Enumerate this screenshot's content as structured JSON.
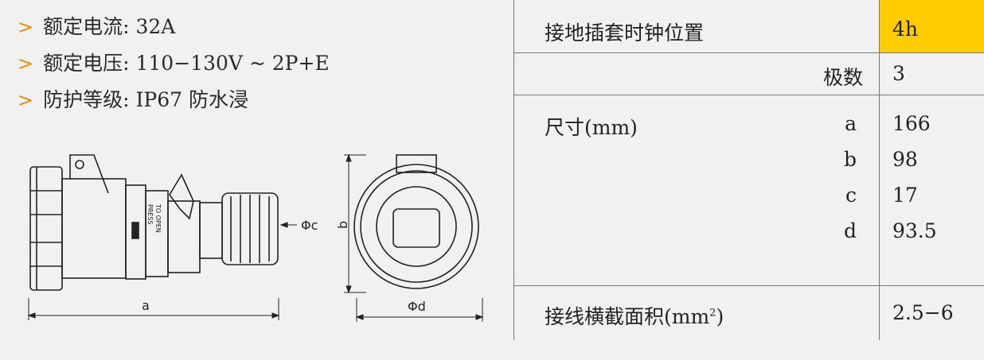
{
  "specs": [
    {
      "label": "额定电流",
      "value": "32A"
    },
    {
      "label": "额定电压",
      "value": "110−130V ~ 2P+E"
    },
    {
      "label": "防护等级",
      "value": "IP67 防水浸"
    }
  ],
  "bullet": ">",
  "separator": ": ",
  "drawing": {
    "press_text_1": "PRESS",
    "press_text_2": "TO OPEN",
    "label_a": "a",
    "label_b": "b",
    "label_c": "Φc",
    "label_d": "Φd"
  },
  "table": {
    "clock_label": "接地插套时钟位置",
    "clock_value": "4h",
    "poles_label": "极数",
    "poles_value": "3",
    "size_label": "尺寸(mm)",
    "sizes": [
      {
        "key": "a",
        "value": "166"
      },
      {
        "key": "b",
        "value": "98"
      },
      {
        "key": "c",
        "value": "17"
      },
      {
        "key": "d",
        "value": "93.5"
      }
    ],
    "wire_label": "接线横截面积(mm",
    "wire_sup": "2",
    "wire_label_end": ")",
    "wire_value": "2.5−6"
  },
  "colors": {
    "accent": "#ffcc00",
    "bullet": "#f08a00",
    "background": "#f1f1f1"
  }
}
